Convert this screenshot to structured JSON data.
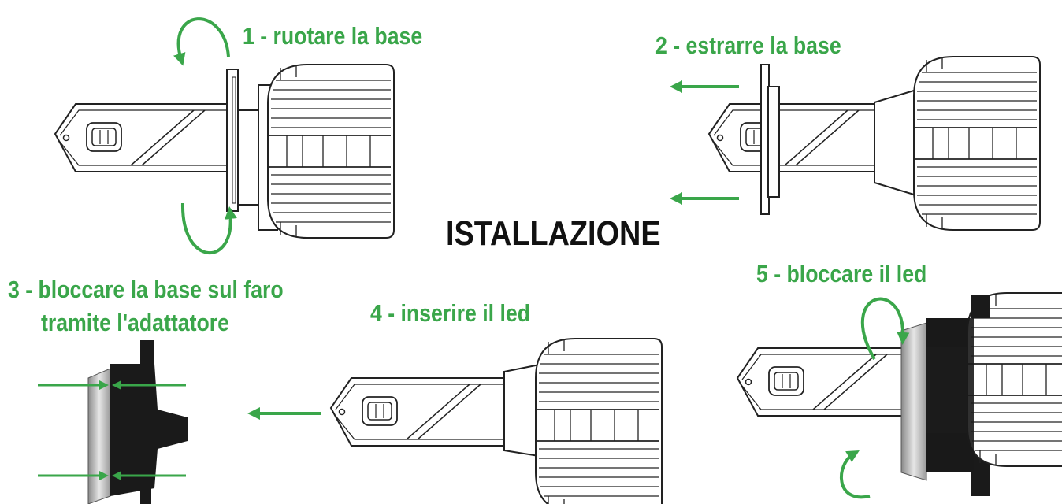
{
  "title": "ISTALLAZIONE",
  "colors": {
    "accent": "#3aa64a",
    "line": "#222222",
    "adapter": "#1a1a1a"
  },
  "steps": [
    {
      "label": "1 - ruotare la base"
    },
    {
      "label": "2 - estrarre la base"
    },
    {
      "label": "3 - bloccare la base sul faro",
      "label2": "tramite l'adattatore"
    },
    {
      "label": "4 - inserire il led"
    },
    {
      "label": "5 - bloccare il led"
    }
  ]
}
